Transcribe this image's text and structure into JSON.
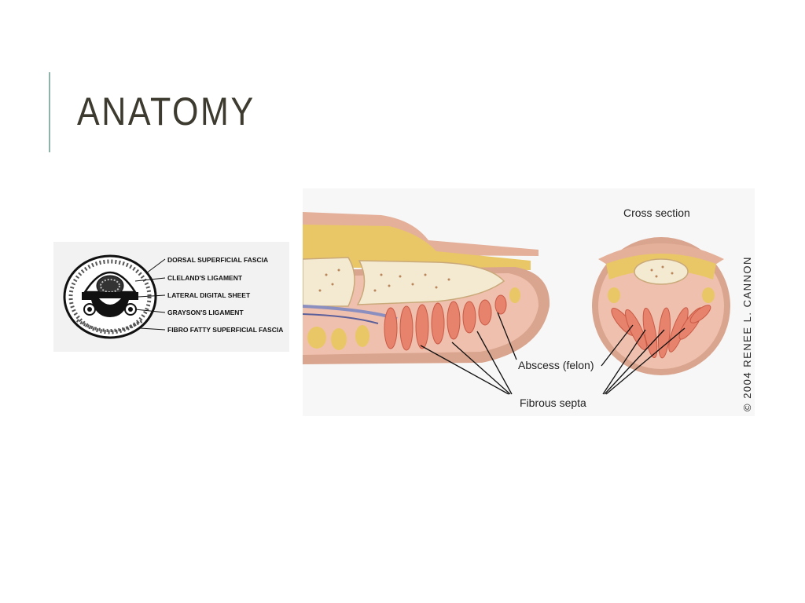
{
  "slide": {
    "title": "ANATOMY"
  },
  "left_diagram": {
    "labels": [
      "DORSAL SUPERFICIAL FASCIA",
      "CLELAND'S LIGAMENT",
      "LATERAL DIGITAL SHEET",
      "GRAYSON'S LIGAMENT",
      "FIBRO FATTY SUPERFICIAL FASCIA"
    ]
  },
  "right_diagram": {
    "cross_section_label": "Cross section",
    "abscess_label": "Abscess (felon)",
    "septa_label": "Fibrous septa",
    "copyright": "© 2004 RENEE L. CANNON"
  },
  "colors": {
    "title": "#3d3a2f",
    "accent_bar": "#8fb3a8",
    "skin": "#d9a58f",
    "fat": "#e9c766",
    "bone": "#f4ead2",
    "septa": "#e7826d"
  }
}
